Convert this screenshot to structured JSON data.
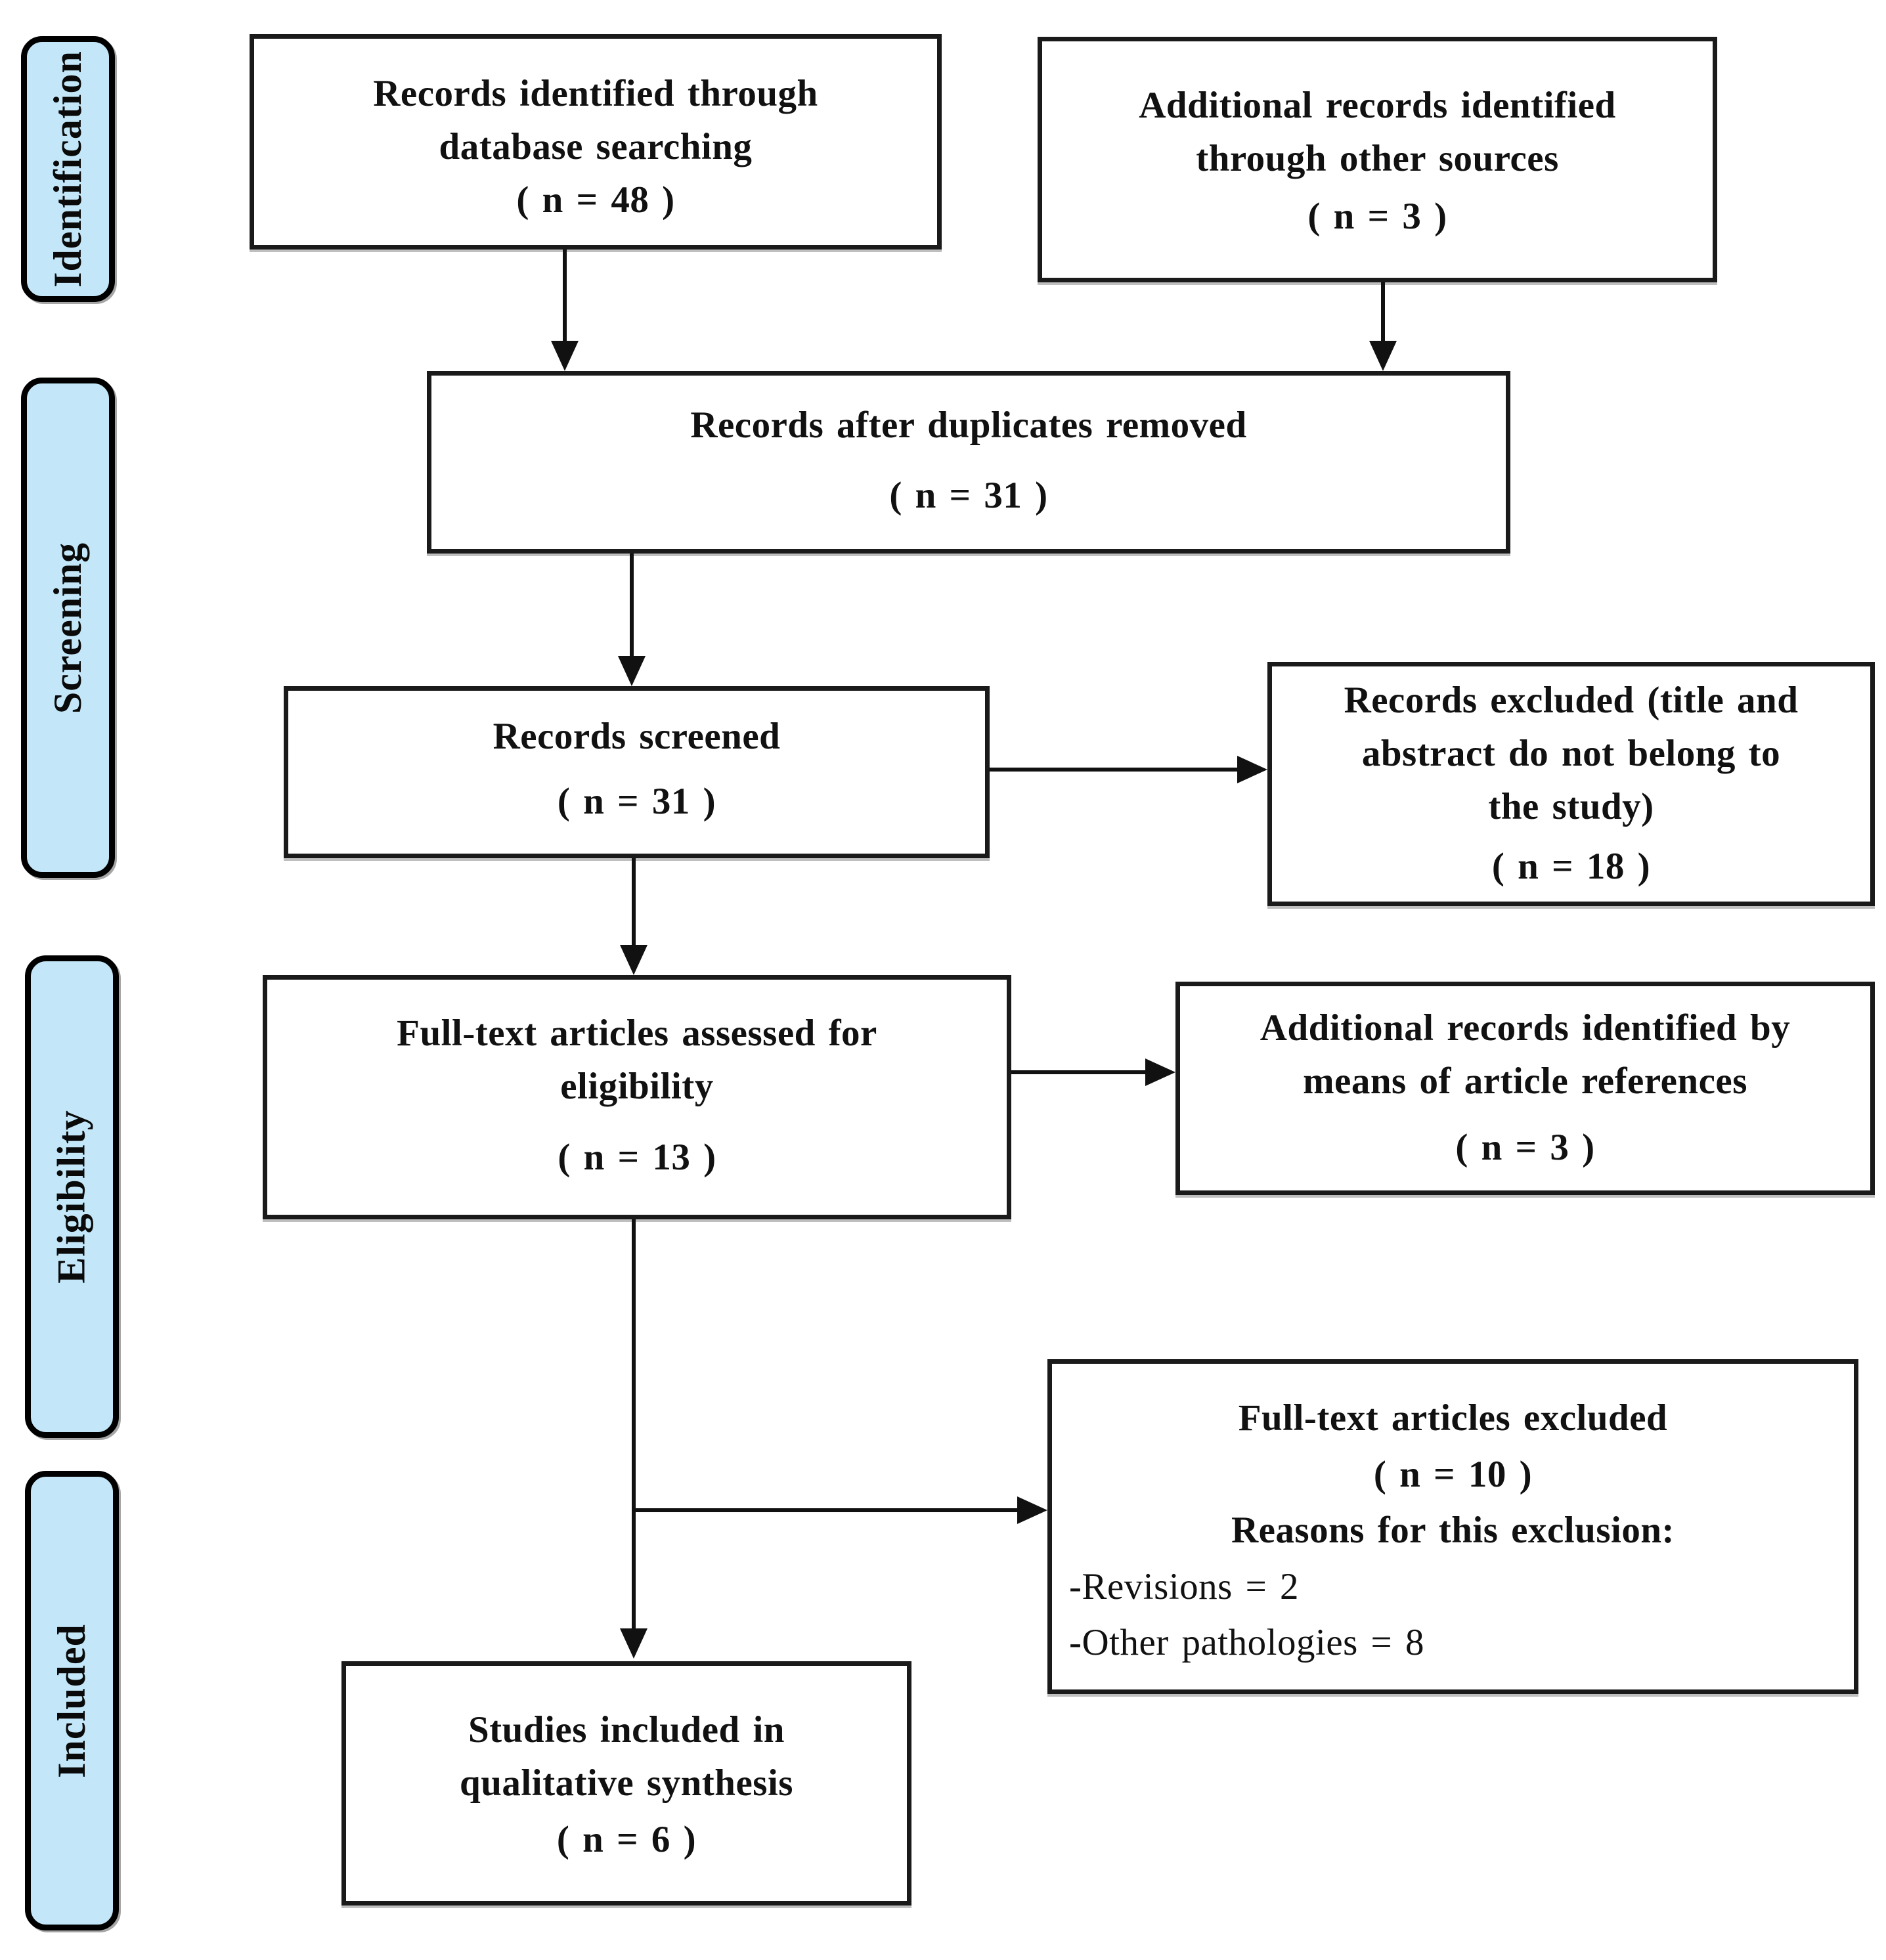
{
  "diagram": {
    "type": "prisma-flow-diagram",
    "stages": [
      {
        "id": "identification",
        "label": "Identification"
      },
      {
        "id": "screening",
        "label": "Screening"
      },
      {
        "id": "eligibility",
        "label": "Eligibility"
      },
      {
        "id": "included",
        "label": "Included"
      }
    ],
    "boxes": {
      "records_identified": {
        "lines": [
          "Records identified through",
          "database searching"
        ],
        "n": "( n = 48 )"
      },
      "additional_records": {
        "lines": [
          "Additional records identified",
          "through other sources"
        ],
        "n": "( n = 3 )"
      },
      "duplicates_removed": {
        "lines": [
          "Records after duplicates removed"
        ],
        "n": "( n = 31 )"
      },
      "records_screened": {
        "lines": [
          "Records screened"
        ],
        "n": "( n = 31 )"
      },
      "records_excluded": {
        "lines": [
          "Records excluded (title and",
          "abstract do not belong to",
          "the study)"
        ],
        "n": "( n = 18 )"
      },
      "fulltext_assessed": {
        "lines": [
          "Full-text articles assessed for",
          "eligibility"
        ],
        "n": "( n = 13 )"
      },
      "additional_references": {
        "lines": [
          "Additional records identified by",
          "means of article references"
        ],
        "n": "( n = 3 )"
      },
      "fulltext_excluded": {
        "title": "Full-text articles excluded",
        "n": "( n = 10 )",
        "reasons_header": "Reasons for this exclusion:",
        "reasons": [
          "-Revisions = 2",
          "-Other pathologies = 8"
        ]
      },
      "studies_included": {
        "lines": [
          "Studies included in",
          "qualitative synthesis"
        ],
        "n": "( n = 6 )"
      }
    },
    "edges": [
      {
        "from": "records_identified",
        "to": "duplicates_removed"
      },
      {
        "from": "additional_records",
        "to": "duplicates_removed"
      },
      {
        "from": "duplicates_removed",
        "to": "records_screened"
      },
      {
        "from": "records_screened",
        "to": "records_excluded"
      },
      {
        "from": "records_screened",
        "to": "fulltext_assessed"
      },
      {
        "from": "fulltext_assessed",
        "to": "additional_references"
      },
      {
        "from": "fulltext_assessed",
        "to": "fulltext_excluded"
      },
      {
        "from": "fulltext_assessed",
        "to": "studies_included"
      }
    ],
    "colors": {
      "stage_fill": "#c3e7f8",
      "stage_border": "#000000",
      "box_fill": "#ffffff",
      "box_border": "#1a1a1a",
      "arrow": "#111111",
      "background": "#ffffff"
    }
  }
}
